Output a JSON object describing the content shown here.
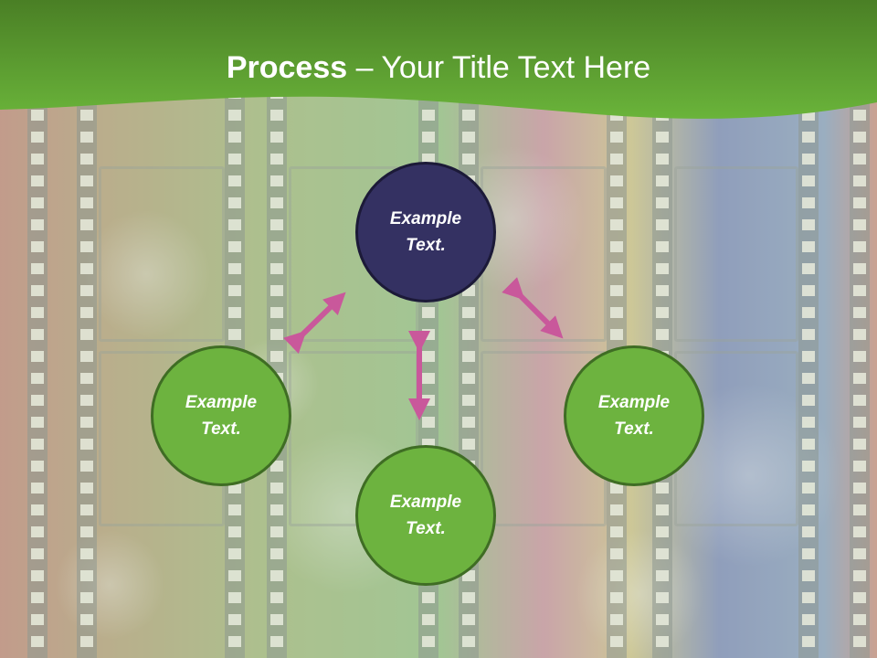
{
  "title": {
    "bold": "Process",
    "rest": " – Your Title Text Here"
  },
  "colors": {
    "header_green": "#5fa834",
    "circle_green": "#6db33f",
    "circle_navy": "#343162",
    "arrow_pink": "#c9589b"
  },
  "nodes": [
    {
      "id": "top",
      "label_line1": "Example",
      "label_line2": "Text."
    },
    {
      "id": "left",
      "label_line1": "Example",
      "label_line2": "Text."
    },
    {
      "id": "bottom",
      "label_line1": "Example",
      "label_line2": "Text."
    },
    {
      "id": "right",
      "label_line1": "Example",
      "label_line2": "Text."
    }
  ]
}
